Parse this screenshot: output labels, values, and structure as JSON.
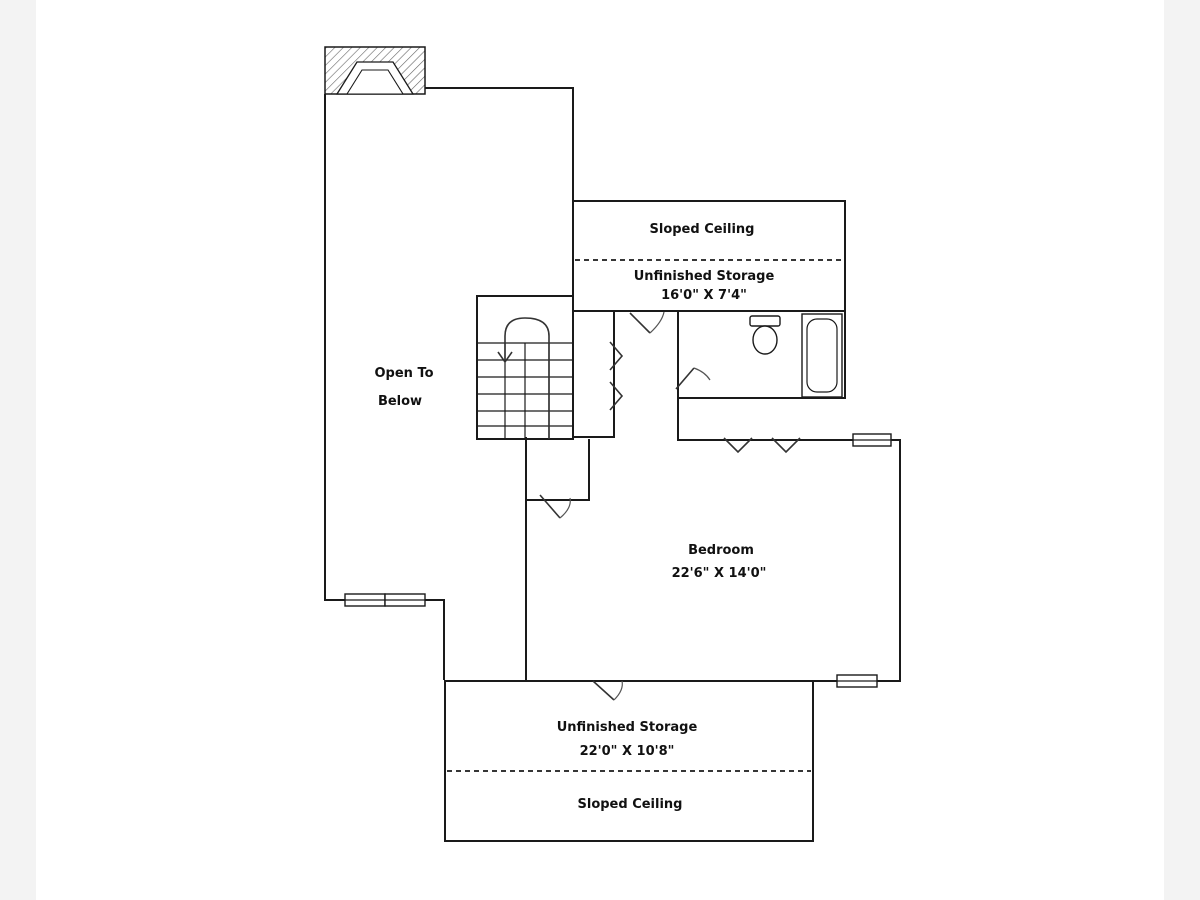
{
  "plan": {
    "open_to_below": [
      "Open To",
      "Below"
    ],
    "top_sloped_ceiling": "Sloped Ceiling",
    "top_storage": {
      "name": "Unfinished Storage",
      "size": "16'0\" X 7'4\""
    },
    "bedroom": {
      "name": "Bedroom",
      "size": "22'6\" X 14'0\""
    },
    "bottom_storage": {
      "name": "Unfinished Storage",
      "size": "22'0\" X 10'8\""
    },
    "bottom_sloped_ceiling": "Sloped Ceiling"
  },
  "colors": {
    "wall": "#1a1a1a",
    "background": "#ffffff",
    "page_margin": "#f3f3f3"
  }
}
